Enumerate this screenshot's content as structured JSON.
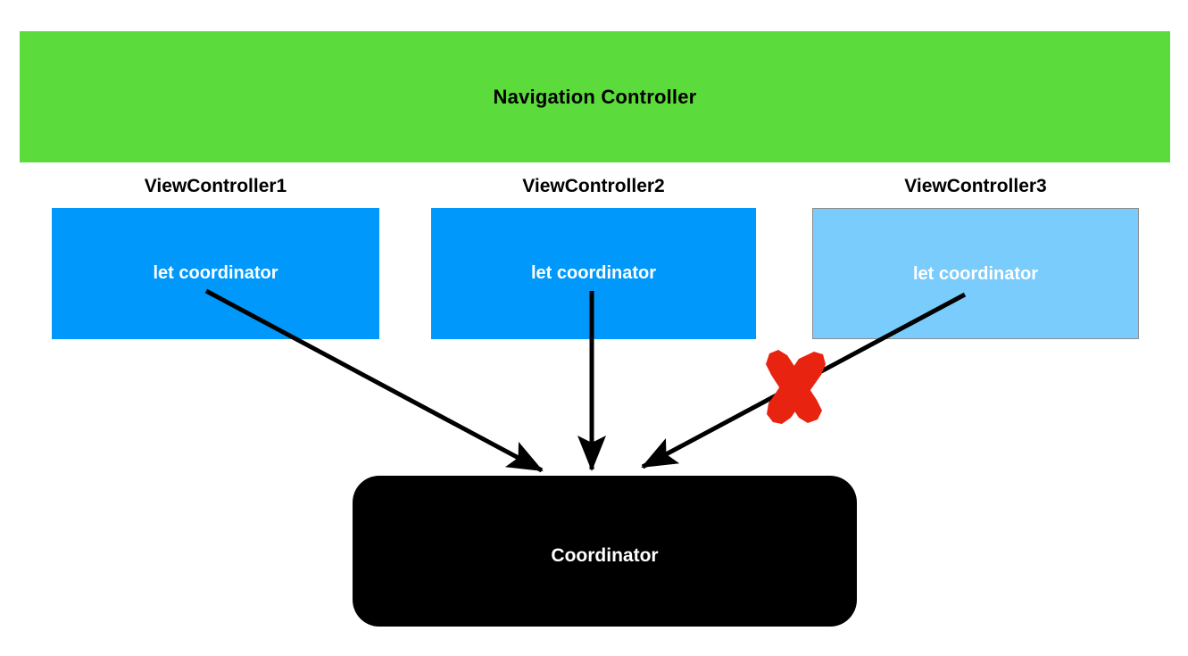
{
  "diagram": {
    "title_banner": {
      "label": "Navigation Controller",
      "color": "#5CDB3C"
    },
    "view_controllers": [
      {
        "title": "ViewController1",
        "property": "let coordinator",
        "color": "#0099FB",
        "state": "active",
        "connection_blocked": false
      },
      {
        "title": "ViewController2",
        "property": "let coordinator",
        "color": "#0099FB",
        "state": "active",
        "connection_blocked": false
      },
      {
        "title": "ViewController3",
        "property": "let coordinator",
        "color": "#7ACCFC",
        "state": "dimmed",
        "connection_blocked": true
      }
    ],
    "coordinator": {
      "label": "Coordinator",
      "color": "#000000",
      "text_color": "#FFFFFF"
    },
    "annotations": {
      "blocked_marker": "red-x-mark",
      "blocked_marker_color": "#E82410",
      "arrow_color": "#000000"
    }
  }
}
